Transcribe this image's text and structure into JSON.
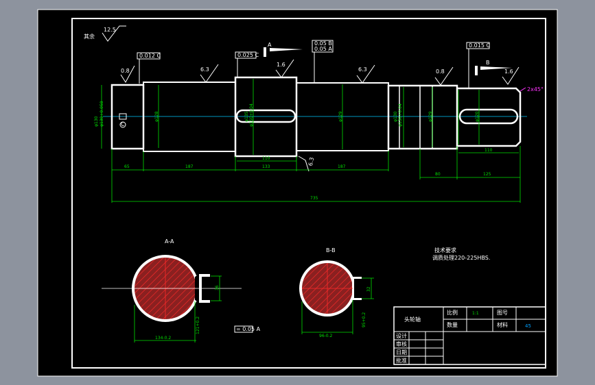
{
  "colors": {
    "background": "#8d939e",
    "paper": "#000000",
    "outline": "#ffffff",
    "dimension": "#00e000",
    "centerline": "#00c8ff",
    "hatch": "#ff2a2a",
    "hatch_fill": "#8a2020",
    "chamfer": "#ff33ff"
  },
  "labels": {
    "other_label": "其余",
    "other_rough": "12.5",
    "rough_left": "0.8",
    "rough_2": "6.3",
    "rough_3": "1.6",
    "rough_4": "6.3",
    "rough_5": "0.8",
    "rough_6": "1.6",
    "rough_under": "6.3",
    "tol_1": "0.012 C",
    "tol_2": "0.025 C",
    "tol_3a": "0.05 B",
    "tol_3b": "0.05 A",
    "tol_4": "0.015 C",
    "section_a": "A",
    "section_b": "B",
    "chamfer": "2x45°",
    "datum_c": "C",
    "sec_aa": "A-A",
    "sec_bb": "B-B",
    "sym_tol": "= 0.05 A",
    "dia_left_1": "φ130",
    "dia_left_2": "φ130+0.058",
    "dia_2": "φ128",
    "dia_3a": "φ135",
    "dia_3b": "φ150+0.04",
    "dia_4": "φ129",
    "dia_5a": "φ130",
    "dia_5b": "φ130+0.04",
    "dia_6": "φ129",
    "dia_7": "φ120",
    "aa_width": "36",
    "aa_depth": "121+0.2",
    "aa_dia": "134-0.2",
    "bb_width": "32",
    "bb_depth": "95+0.2",
    "bb_dia": "96-0.2"
  },
  "dims": {
    "d65": "65",
    "d187a": "187",
    "d110a": "110",
    "d133": "133",
    "d187b": "187",
    "d80": "80",
    "d125": "125",
    "d110b": "110",
    "d735": "735"
  },
  "notes": {
    "heading": "技术要求",
    "line1": "调质处理220-225HBS."
  },
  "title_block": {
    "part_name": "头轮轴",
    "scale_label": "比例",
    "scale_value": "1:1",
    "drawing_no_label": "图号",
    "qty_label": "数量",
    "material_label": "材料",
    "material_value": "45",
    "designed": "设计",
    "drawn": "审核",
    "date": "日期",
    "approved": "批准"
  }
}
